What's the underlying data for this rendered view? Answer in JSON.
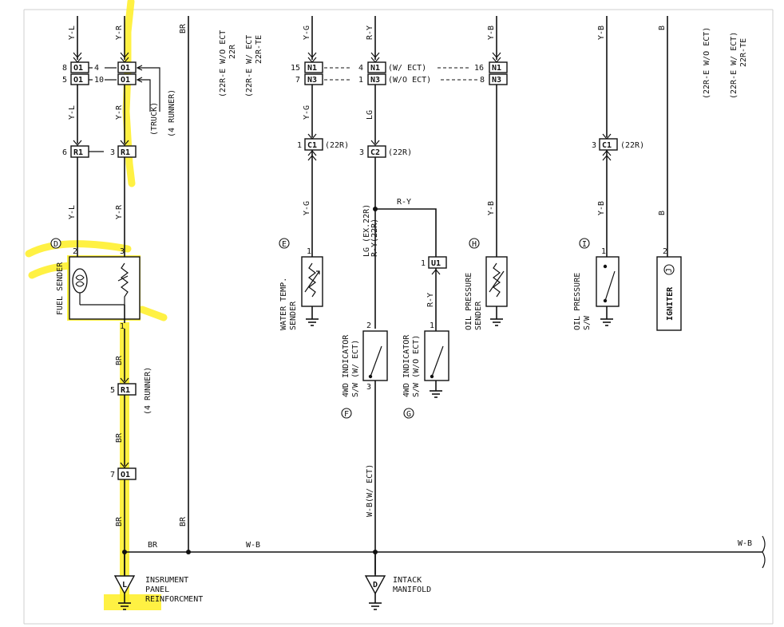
{
  "wire_labels": {
    "y_l": "Y-L",
    "y_r": "Y-R",
    "br": "BR",
    "y_g": "Y-G",
    "r_y": "R-Y",
    "y_b": "Y-B",
    "b": "B",
    "lg": "LG",
    "w_b": "W-B",
    "w_b_w_ect": "W-B(W/ ECT)",
    "lg_ex_22r": "LG (EX.22R)",
    "r_y_22r": "R-Y(22R)"
  },
  "connectors": {
    "o1": "O1",
    "r1": "R1",
    "c1": "C1",
    "c2": "C2",
    "n1": "N1",
    "n3": "N3",
    "u1": "U1"
  },
  "pin_numbers": {
    "p1": "1",
    "p2": "2",
    "p3": "3",
    "p4": "4",
    "p5": "5",
    "p6": "6",
    "p7": "7",
    "p8": "8",
    "p10": "10",
    "p15": "15",
    "p16": "16"
  },
  "notes": {
    "w_ect": "(W/ ECT)",
    "w_o_ect": "(W/O ECT)",
    "r22": "(22R)",
    "truck": "(TRUCK)",
    "four_runner": "(4 RUNNER)",
    "var_a1": "(22R-E W/O ECT",
    "var_a2": "22R",
    "var_b1": "(22R-E W/ ECT",
    "var_b2": "22R-TE",
    "var_c1": "(22R-E W/O ECT)",
    "var_d1": "(22R-E W/ ECT)",
    "var_d2": "22R-TE"
  },
  "components": {
    "fuel_sender": "FUEL SENDER",
    "water_temp_1": "WATER TEMP.",
    "water_temp_2": "SENDER",
    "oil_press_sender_1": "OIL PRESSURE",
    "oil_press_sender_2": "SENDER",
    "oil_press_sw_1": "OIL PRESSURE",
    "oil_press_sw_2": "S/W",
    "igniter": "IGNITER",
    "ind_wect_1": "4WD INDICATOR",
    "ind_wect_2": "S/W (W/ ECT)",
    "ind_woect_1": "4WD INDICATOR",
    "ind_woect_2": "S/W (W/O ECT)"
  },
  "callouts": {
    "d": "D",
    "e": "E",
    "f": "F",
    "g": "G",
    "h": "H",
    "i": "I",
    "j": "J"
  },
  "grounds": {
    "l": "L",
    "d": "D",
    "ipr_1": "INSRUMENT",
    "ipr_2": "PANEL",
    "ipr_3": "REINFORCMENT",
    "im_1": "INTACK",
    "im_2": "MANIFOLD"
  },
  "colors": {
    "highlight": "#ffee22",
    "ink": "#111111"
  }
}
